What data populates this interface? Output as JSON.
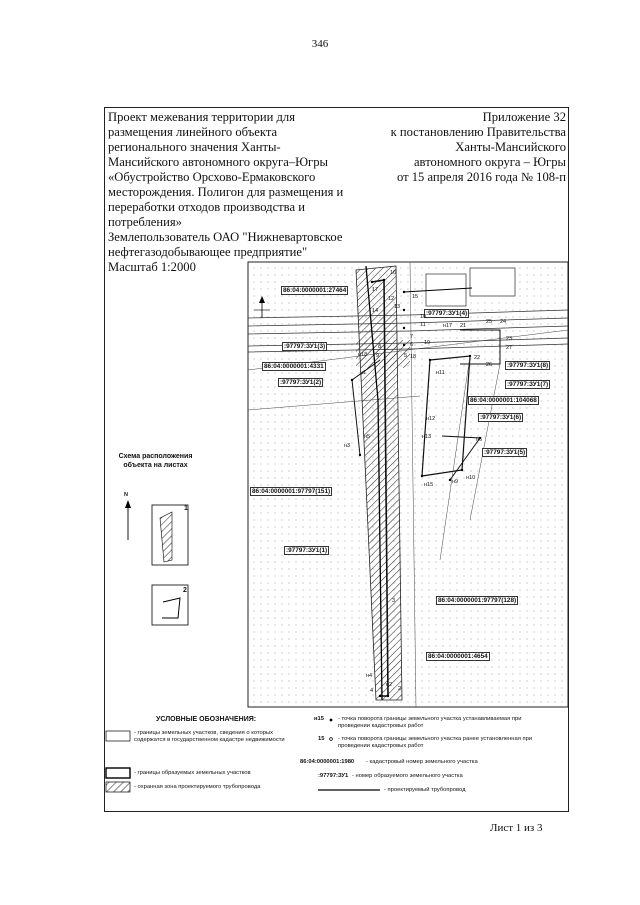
{
  "page_number": "346",
  "title_block": {
    "lines": [
      "Проект межевания территории для",
      "размещения линейного объекта",
      "регионального значения Ханты-",
      "Мансийского автономного округа–Югры",
      "«Обустройство Орсхово-Ермаковского",
      "месторождения. Полигон для размещения и",
      "переработки отходов производства и",
      "потребления»",
      "Землепользователь ОАО \"Нижневартовское",
      "нефтегазодобывающее предприятие\"",
      "Масштаб 1:2000"
    ]
  },
  "appendix": {
    "lines": [
      "Приложение 32",
      "к постановлению Правительства",
      "Ханты-Мансийского",
      "автономного округа – Югры",
      "от 15 апреля 2016 года № 108-п"
    ]
  },
  "map": {
    "parcel_labels": [
      "86:04:0000001:27464",
      ":97797:ЗУ1(4)",
      ":97797:ЗУ1(3)",
      "86:04:0000001:4331",
      ":97797:ЗУ1(2)",
      ":97797:ЗУ1(8)",
      ":97797:ЗУ1(7)",
      "86:04:0000001:104068",
      ":97797:ЗУ1(6)",
      ":97797:ЗУ1(5)",
      "86:04:0000001:97797(151)",
      ":97797:ЗУ1(1)",
      "86:04:0000001:97797(128)",
      "86:04:0000001:4654"
    ],
    "point_labels": [
      "16",
      "17",
      "12",
      "13",
      "14",
      "15",
      "10",
      "11",
      "18",
      "19",
      "н17",
      "21",
      "25",
      "24",
      "23",
      "27",
      "7",
      "6",
      "5",
      "8",
      "9",
      "н18",
      "н1",
      "н11",
      "22",
      "26",
      "н12",
      "н13",
      "н3",
      "н5",
      "н6",
      "н9",
      "н15",
      "н10",
      "3",
      "н4",
      "1",
      "4",
      "2",
      "н2"
    ]
  },
  "scheme": {
    "title": [
      "Схема расположения",
      "объекта на листах"
    ],
    "sheet_labels": [
      "1",
      "2"
    ],
    "north": "N"
  },
  "legend": {
    "title": "УСЛОВНЫЕ ОБОЗНАЧЕНИЯ:",
    "left_items": [
      "- границы земельных участков, сведения о которых содержатся в государственном кадастре недвижимости",
      "- границы образуемых земельных участков",
      "- охранная зона проектируемого трубопровода"
    ],
    "right_items": [
      {
        "symbol": "н15",
        "text": "- точка поворота границы земельного участка устанавливаемая при проведении кадастровых работ"
      },
      {
        "symbol": "15",
        "text": "- точка поворота границы земельного участка ранее установленная при проведении кадастровых работ"
      },
      {
        "symbol": "86:04:0000001:1980",
        "text": "- кадастровый номер земельного участка"
      },
      {
        "symbol": ":97797:ЗУ1",
        "text": "- номер образуемого земельного участка"
      },
      {
        "symbol": "",
        "text": "- проектируемый трубопровод"
      }
    ]
  },
  "sheet": "Лист 1 из 3"
}
